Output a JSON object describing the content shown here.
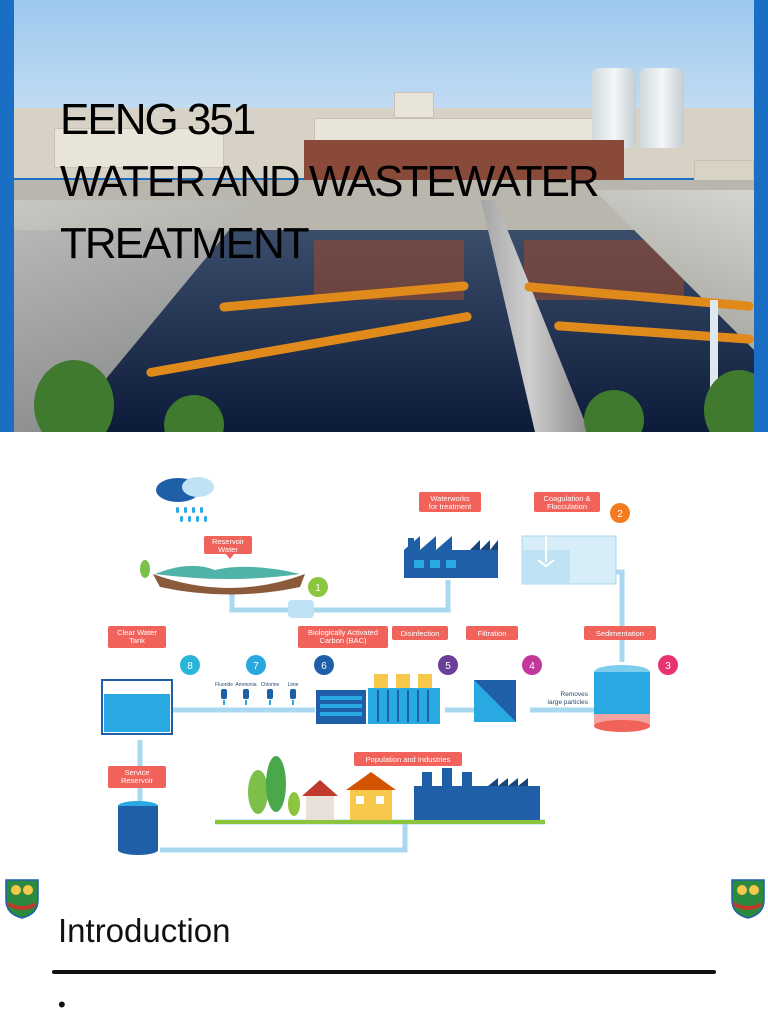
{
  "title_slide": {
    "line1": "EENG 351",
    "line2": "WATER AND WASTEWATER",
    "line3": "TREATMENT"
  },
  "diagram": {
    "labels": {
      "reservoir": "Reservoir\nWater",
      "waterworks": "Waterworks\nfor treatment",
      "coagulation": "Coagulation &\nFlocculation",
      "clear_water_tank": "Clear Water\nTank",
      "bac": "Biologically Activated\nCarbon (BAC)",
      "disinfection": "Disinfection",
      "filtration": "Filtration",
      "sedimentation": "Sedimentation",
      "service_reservoir": "Service\nReservoir",
      "population": "Population and Industries",
      "removes": "Removes\nlarge particles"
    },
    "chemicals": [
      "Fluoride",
      "Ammonia",
      "Chlorine",
      "Lime"
    ],
    "steps": [
      {
        "n": "1",
        "color": "#8cc63f"
      },
      {
        "n": "2",
        "color": "#f47b20"
      },
      {
        "n": "3",
        "color": "#e8336e"
      },
      {
        "n": "4",
        "color": "#c2389a"
      },
      {
        "n": "5",
        "color": "#6a3f98"
      },
      {
        "n": "6",
        "color": "#1f5fa8"
      },
      {
        "n": "7",
        "color": "#29a8e0"
      },
      {
        "n": "8",
        "color": "#29b5d8"
      }
    ],
    "colors": {
      "label_bg": "#f0625a",
      "pipe": "#a9d8f0",
      "water": "#29a9e1",
      "factory": "#1f5fa8"
    }
  },
  "intro_slide": {
    "heading": "Introduction",
    "bullet": "•"
  }
}
